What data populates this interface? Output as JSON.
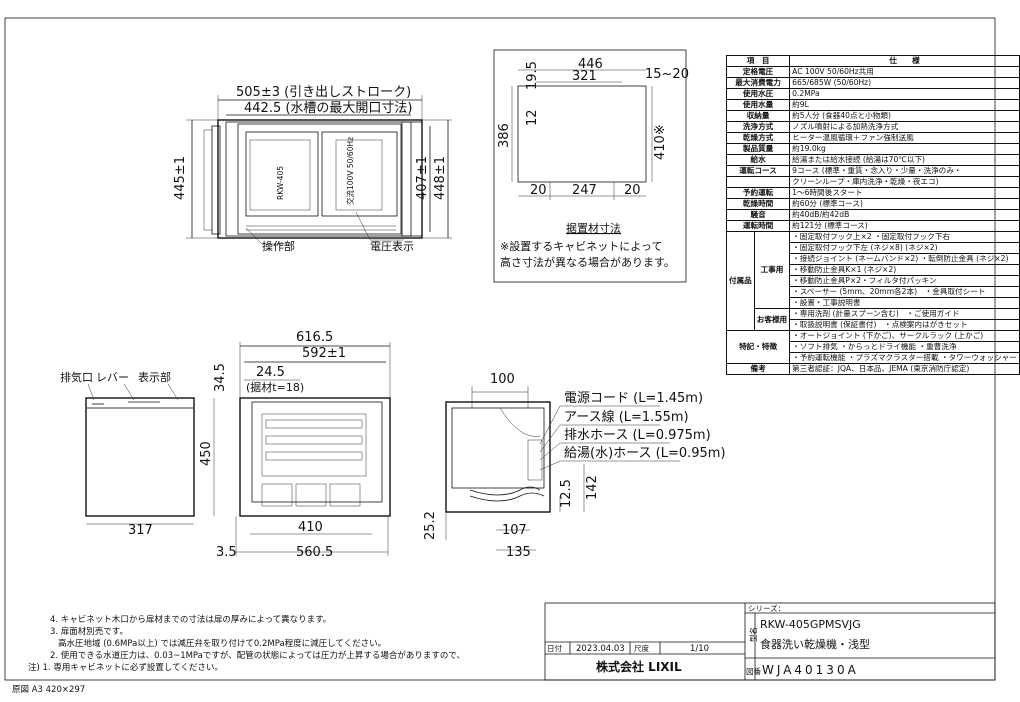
{
  "drawing": {
    "front": {
      "stroke_label": "505±3 (引き出しストローク)",
      "opening_label": "442.5 (水槽の最大開口寸法)",
      "h445": "445±1",
      "h407": "407±1",
      "h448": "448±1",
      "control_label": "操作部",
      "voltage_label": "電圧表示",
      "model_vertical": "RKW-405",
      "indicator_text": "交流100V 50/60Hz"
    },
    "cutout": {
      "w446": "446",
      "w321": "321",
      "d15_20": "15~20",
      "d19_5": "19.5",
      "d12": "12",
      "h386": "386",
      "h410": "410※",
      "b20a": "20",
      "b247": "247",
      "b20b": "20",
      "title": "据置材寸法",
      "note1": "※設置するキャビネットによって",
      "note2": "高さ寸法が異なる場合があります。"
    },
    "side": {
      "exhaust": "排気口",
      "lever": "レバー",
      "display": "表示部",
      "w317": "317",
      "h450": "450"
    },
    "top": {
      "w616": "616.5",
      "w592": "592±1",
      "d34": "34.5",
      "d24": "24.5",
      "base": "(据材t=18)",
      "w410": "410",
      "w3_5": "3.5",
      "w560": "560.5"
    },
    "rear": {
      "w100": "100",
      "cord": "電源コード (L=1.45m)",
      "earth": "アース線 (L=1.55m)",
      "drain": "排水ホース (L=0.975m)",
      "supply": "給湯(水)ホース (L=0.95m)",
      "h12_5": "12.5",
      "h142": "142",
      "h25_2": "25.2",
      "w107": "107",
      "w135": "135"
    }
  },
  "spec": {
    "header": [
      "項　目",
      "仕　　様"
    ],
    "rows": [
      [
        "定格電圧",
        "AC 100V 50/60Hz共用"
      ],
      [
        "最大消費電力",
        "665/685W (50/60Hz)"
      ],
      [
        "使用水圧",
        "0.2MPa"
      ],
      [
        "使用水量",
        "約9L"
      ],
      [
        "収納量",
        "約5人分 (食器40点と小物類)"
      ],
      [
        "洗浄方式",
        "ノズル噴射による加熱洗浄方式"
      ],
      [
        "乾燥方式",
        "ヒーター温風循環＋ファン強制送風"
      ],
      [
        "製品質量",
        "約19.0kg"
      ],
      [
        "給水",
        "給湯または給水接続 (給湯は70℃以下)"
      ],
      [
        "運転コース",
        "9コース (標準・重質・念入り・少量・洗浄のみ・"
      ],
      [
        "",
        "クリーンループ・庫内洗浄・乾燥・夜エコ)"
      ],
      [
        "予約運転",
        "1～6時間後スタート"
      ],
      [
        "乾燥時間",
        "約60分 (標準コース)"
      ],
      [
        "騒音",
        "約40dB/約42dB"
      ],
      [
        "運転時間",
        "約121分 (標準コース)"
      ]
    ],
    "accessories_cat": "付属品",
    "construction_label": "工事用",
    "construction_items": [
      "・固定取付フック上×2 ・固定取付フック下右",
      "・固定取付フック下左 (ネジ×8) (ネジ×2)",
      "・接続ジョイント (ネームバンド×2) ・転倒防止金具 (ネジ×2)",
      "・移動防止金具K×1 (ネジ×2)",
      "・移動防止金具P×2・フィルタ付パッキン",
      "・スペーサー (5mm、20mm各2本)　・金具取付シート",
      "・設置・工事説明書"
    ],
    "customer_label": "お客様用",
    "customer_items": [
      "・専用洗剤 (計量スプーン含む)　・ご使用ガイド",
      "・取扱説明書 (保証書付)　・点検案内はがきセット"
    ],
    "features_label": "特記・特徴",
    "features_items": [
      "・オートジョイント (下かご)、サークルラック (上かご)",
      "・ソフト排気 ・からっとドライ機能 ・重曹洗浄",
      "・予約運転機能 ・プラズマクラスター搭載 ・タワーウォッシャー"
    ],
    "remarks_label": "備考",
    "remarks_value": "第三者認証：JQA、日本品、JEMA (東京消防庁認定)"
  },
  "notes": [
    "4. キャビネット木口から扉材までの寸法は扉の厚みによって異なります。",
    "3. 扉面材別売です。",
    "高水圧地域 (0.6MPa以上) では減圧弁を取り付けて0.2MPa程度に減圧してください。",
    "2. 使用できる水道圧力は、0.03~1MPaですが、配管の状態によっては圧力が上昇する場合がありますので、",
    "注) 1. 専用キャビネットに必ず設置してください。"
  ],
  "footer_paper": "原図 A3 420×297",
  "title_block": {
    "series_label": "シリーズ：",
    "series_value": "",
    "model_side_label": "型名",
    "model": "RKW-405GPMSVJG",
    "product_name": "食器洗い乾燥機・浅型",
    "date_label": "日付",
    "date": "2023.04.03",
    "scale_label": "尺度",
    "scale": "1/10",
    "company": "株式会社 LIXIL",
    "drawing_no_label": "図番",
    "drawing_no": "WJA40130A"
  }
}
